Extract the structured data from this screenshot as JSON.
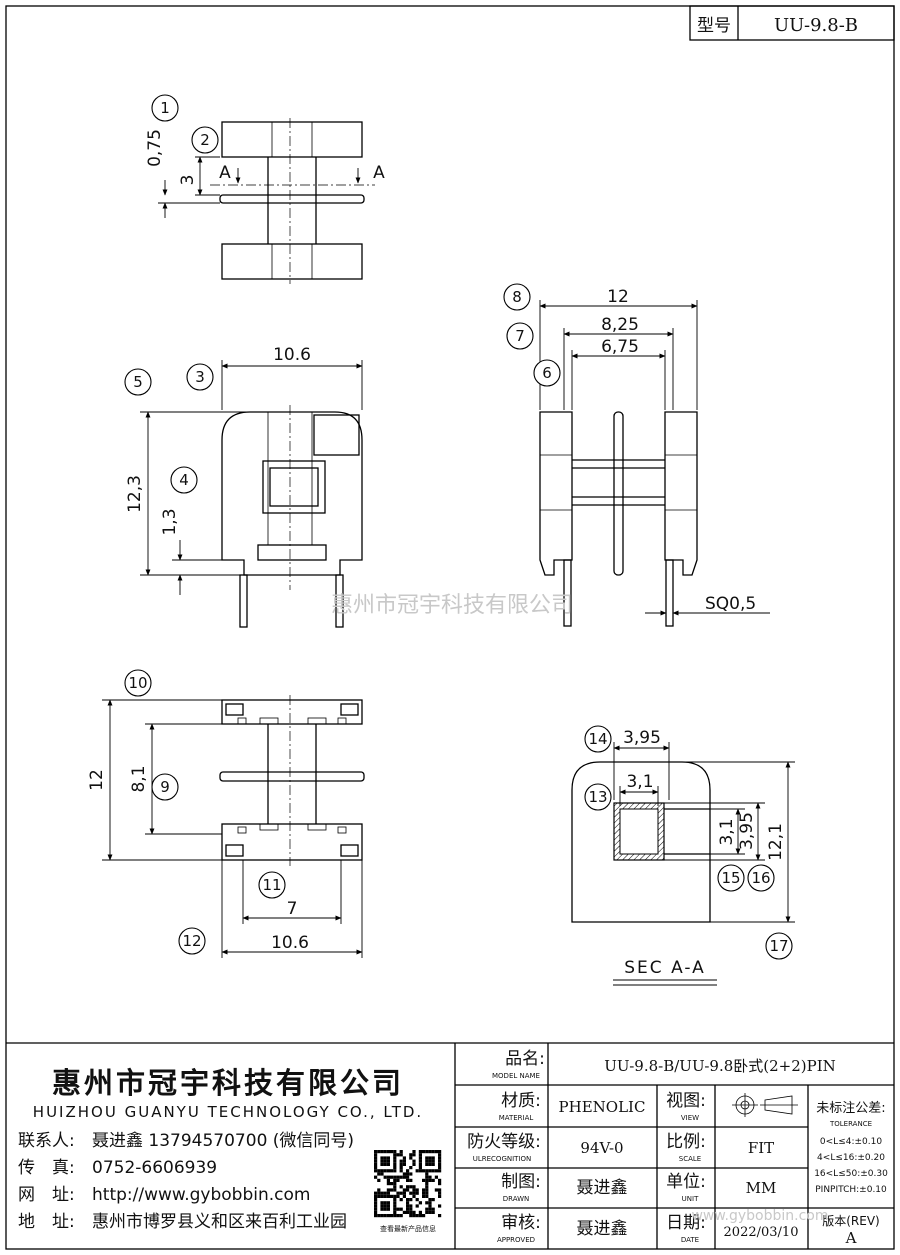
{
  "header": {
    "model_label": "型号",
    "model_value": "UU-9.8-B"
  },
  "watermark": "惠州市冠宇科技有限公司",
  "footer_watermark": "www.gybobbin.com",
  "callouts": [
    "1",
    "2",
    "3",
    "4",
    "5",
    "6",
    "7",
    "8",
    "9",
    "10",
    "11",
    "12",
    "13",
    "14",
    "15",
    "16",
    "17"
  ],
  "dimensions": {
    "d075": "0,75",
    "d3": "3",
    "d106_side": "10.6",
    "d123": "12,3",
    "d13": "1,3",
    "d12_front": "12",
    "d825": "8,25",
    "d675": "6,75",
    "sq": "SQ0,5",
    "d12_bottom": "12",
    "d81": "8,1",
    "d7": "7",
    "d106_bottom": "10.6",
    "d395_top": "3,95",
    "d31_top": "3,1",
    "d31_side": "3,1",
    "d395_side": "3,95",
    "d121": "12,1",
    "section_mark": "A"
  },
  "section_label": "SEC A-A",
  "company": {
    "name_cn": "惠州市冠宇科技有限公司",
    "name_en": "HUIZHOU GUANYU TECHNOLOGY CO., LTD.",
    "contact_label": "联系人:",
    "contact_value": "聂进鑫 13794570700 (微信同号)",
    "fax_label": "传　真:",
    "fax_value": "0752-6606939",
    "web_label": "网　址:",
    "web_value": "http://www.gybobbin.com",
    "addr_label": "地　址:",
    "addr_value": "惠州市博罗县义和区来百利工业园",
    "qr_caption": "查看最新产品信息"
  },
  "title_block": {
    "product_cn": "品名:",
    "product_en": "MODEL NAME",
    "product_value": "UU-9.8-B/UU-9.8卧式(2+2)PIN",
    "material_cn": "材质:",
    "material_en": "MATERIAL",
    "material_value": "PHENOLIC",
    "flame_cn": "防火等级:",
    "flame_en": "ULRECOGNITION",
    "flame_value": "94V-0",
    "drawn_cn": "制图:",
    "drawn_en": "DRAWN",
    "drawn_value": "聂进鑫",
    "approved_cn": "审核:",
    "approved_en": "APPROVED",
    "approved_value": "聂进鑫",
    "view_cn": "视图:",
    "view_en": "VIEW",
    "scale_cn": "比例:",
    "scale_en": "SCALE",
    "scale_value": "FIT",
    "unit_cn": "单位:",
    "unit_en": "UNIT",
    "unit_value": "MM",
    "date_cn": "日期:",
    "date_en": "DATE",
    "date_value": "2022/03/10",
    "tol_title": "未标注公差:",
    "tol_en": "TOLERANCE",
    "tol_1": "0<L≤4:±0.10",
    "tol_2": "4<L≤16:±0.20",
    "tol_3": "16<L≤50:±0.30",
    "tol_4": "PINPITCH:±0.10",
    "rev_label": "版本(REV)",
    "rev_value": "A"
  }
}
